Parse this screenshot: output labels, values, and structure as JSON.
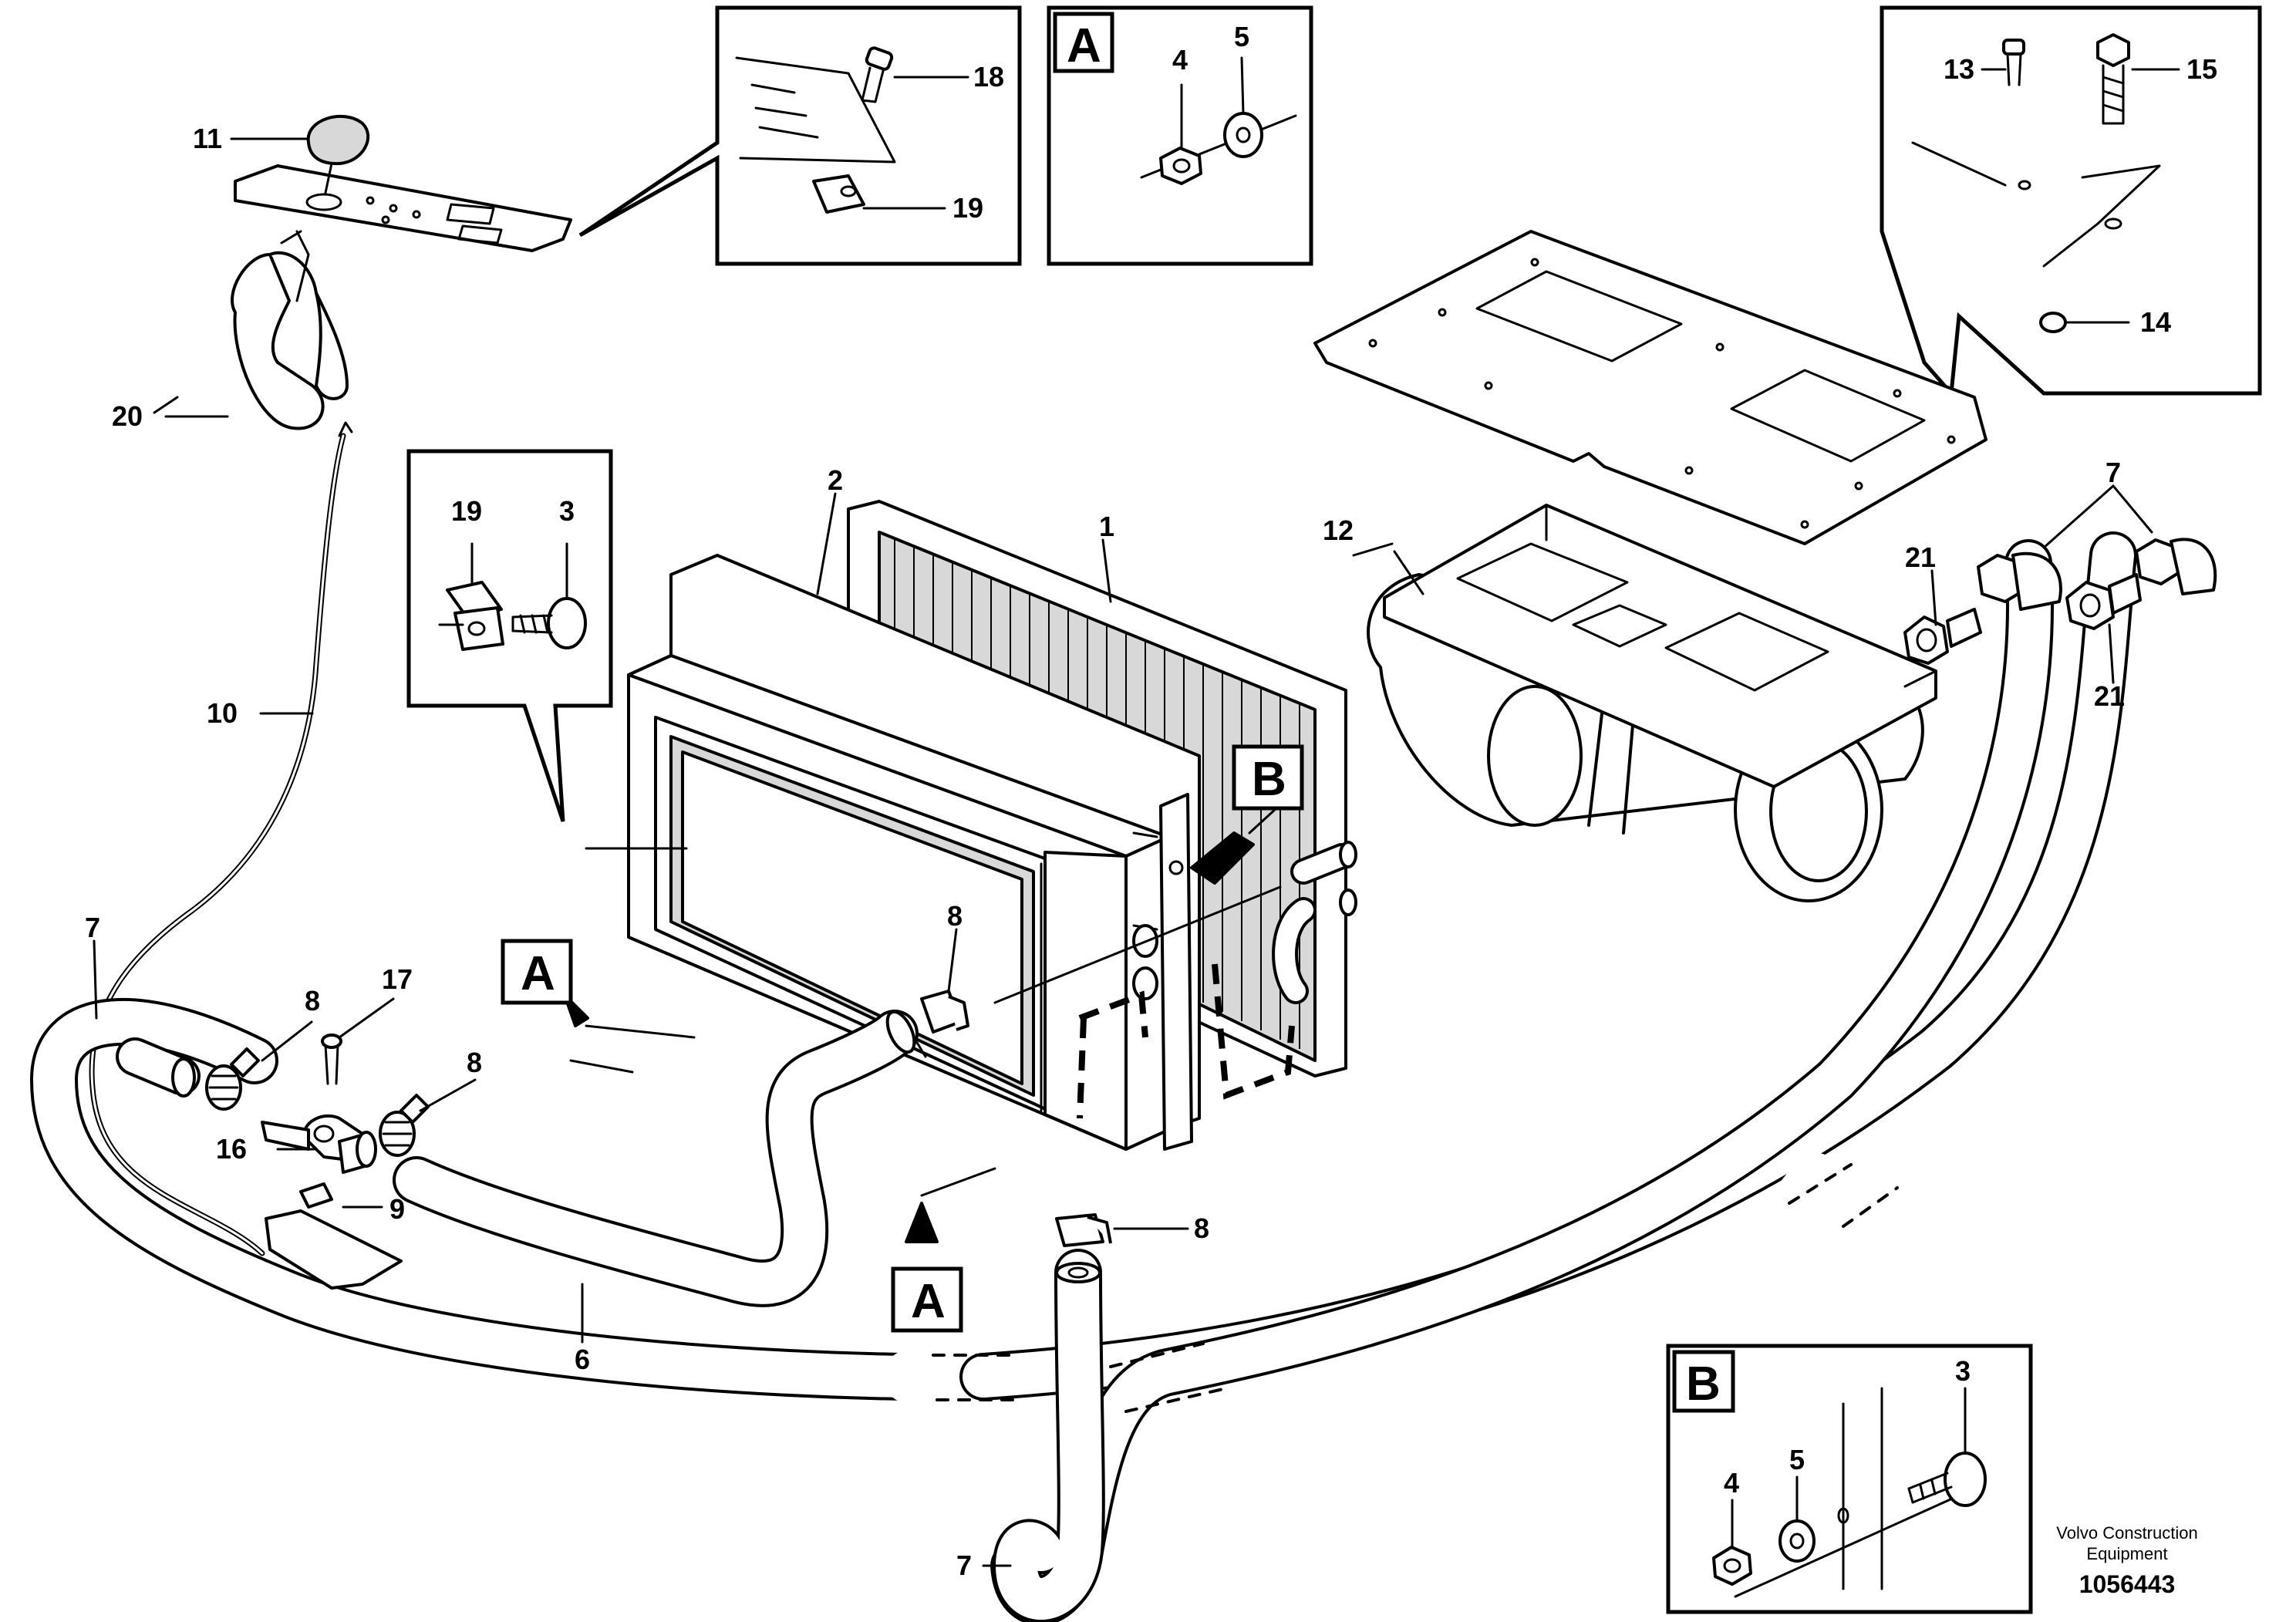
{
  "callouts": {
    "c1": "1",
    "c2": "2",
    "c3_top": "3",
    "c3_b": "3",
    "c4_a": "4",
    "c4_b": "4",
    "c5_a": "5",
    "c5_b": "5",
    "c6": "6",
    "c7_left": "7",
    "c7_bottom": "7",
    "c7_right": "7",
    "c8_left": "8",
    "c8_mid": "8",
    "c8_center": "8",
    "c8_bottom": "8",
    "c9": "9",
    "c10": "10",
    "c11": "11",
    "c12": "12",
    "c13": "13",
    "c14": "14",
    "c15": "15",
    "c16": "16",
    "c17": "17",
    "c18": "18",
    "c19_top": "19",
    "c19_left": "19",
    "c20": "20",
    "c21_left": "21",
    "c21_right": "21"
  },
  "section_labels": {
    "a_detail": "A",
    "a_mid": "A",
    "a_bottom": "A",
    "b_detail": "B",
    "b_mid": "B"
  },
  "footer": {
    "brand_line1": "Volvo Construction",
    "brand_line2": "Equipment",
    "doc_number": "1056443"
  }
}
